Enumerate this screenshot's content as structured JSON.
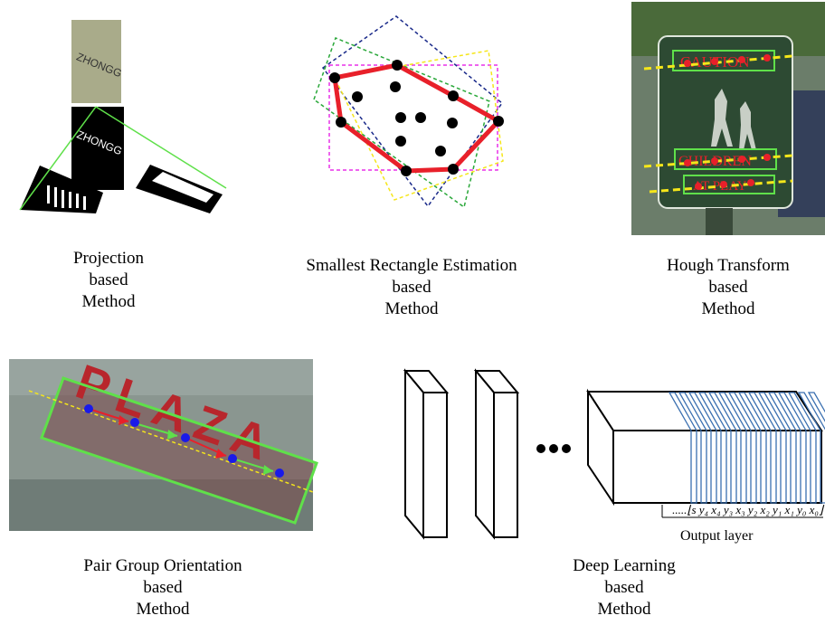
{
  "panels": [
    {
      "id": "projection",
      "lines": [
        "Projection",
        "based",
        "Method"
      ],
      "image_text": "ZHONGG"
    },
    {
      "id": "smallest-rectangle",
      "lines": [
        "Smallest Rectangle Estimation",
        "based",
        "Method"
      ]
    },
    {
      "id": "hough",
      "lines": [
        "Hough Transform",
        "based",
        "Method"
      ],
      "sign_words": [
        "CAUTION",
        "CHILDREN",
        "AT PLAY"
      ]
    },
    {
      "id": "pair-group",
      "lines": [
        "Pair Group Orientation",
        "based",
        "Method"
      ],
      "sign_text": "PLAZA"
    },
    {
      "id": "deep-learning",
      "lines": [
        "Deep Learning",
        "based",
        "Method"
      ],
      "ellipsis": "•••",
      "output_layer_label": "Output layer",
      "output_sequence": ".....⌊s y₄ x₄ y₃ x₃ y₂ x₂ y₁ x₁ y₀ x₀⌋"
    }
  ],
  "colors": {
    "red": "#e8202a",
    "green": "#5fe04a",
    "yellow": "#f5e61a",
    "blue": "#1a1ae8",
    "magenta": "#e830e8",
    "darkblue": "#1a2a8a",
    "slice_blue": "#3a6fb0"
  }
}
